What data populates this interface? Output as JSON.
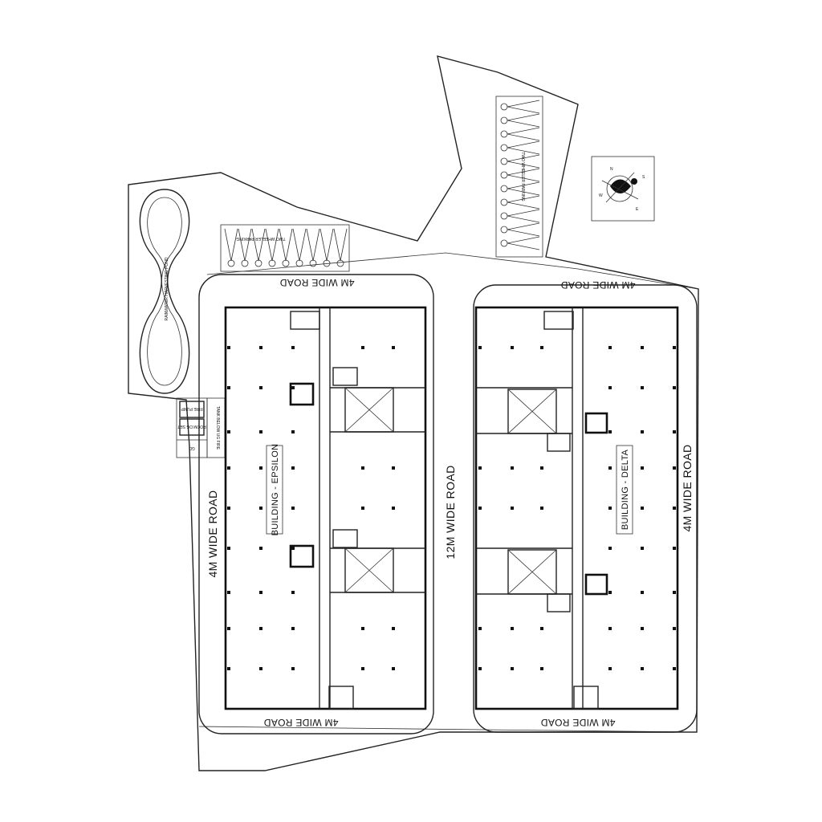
{
  "roads": {
    "top_left": "4M WIDE ROAD",
    "top_right": "4M WIDE ROAD",
    "left": "4M WIDE ROAD",
    "right": "4M WIDE ROAD",
    "center": "12M WIDE ROAD",
    "bottom_left": "4M WIDE ROAD",
    "bottom_right": "4M WIDE ROAD"
  },
  "buildings": {
    "west": "BUILDING - EPSILON",
    "east": "BUILDING - DELTA"
  },
  "site": {
    "rainwater_pond": "RAINWATER HARVESTING POND",
    "two_wheeler_parking_top": "TWO WHEELER PARKING",
    "two_wheeler_parking_right": "TWO WHEELER PARKING",
    "fire_pump": "FIRE PUMP",
    "dg_room": "ROOM DG SET",
    "gd": "GD",
    "tank": "TANK BELOW UG FIRE",
    "compass": {
      "n": "N",
      "s": "S",
      "e": "E",
      "w": "W"
    }
  },
  "colors": {
    "line": "#222222",
    "background": "#ffffff"
  }
}
